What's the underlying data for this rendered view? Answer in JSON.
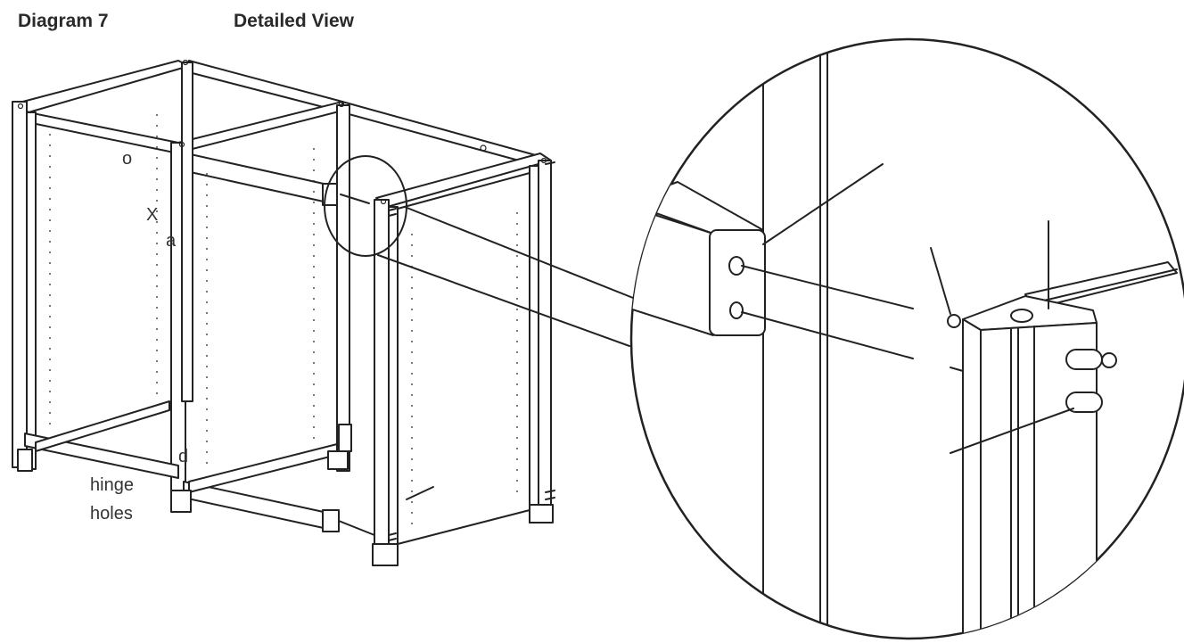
{
  "diagram": {
    "title": "Diagram 7",
    "detail_title": "Detailed View",
    "labels": {
      "o": "o",
      "x": "X",
      "a": "a",
      "d": "d",
      "hinge_line1": "hinge",
      "hinge_line2": "holes"
    }
  },
  "colors": {
    "line": "#222222",
    "background": "#ffffff"
  }
}
